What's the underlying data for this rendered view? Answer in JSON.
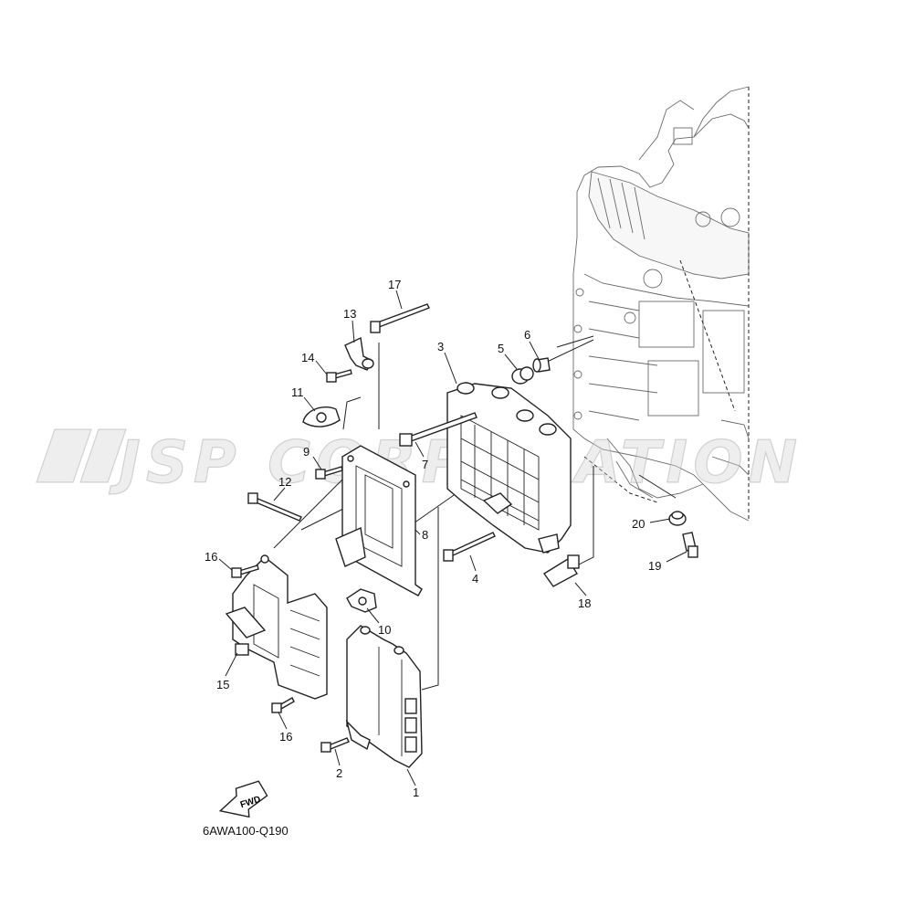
{
  "diagram": {
    "code": "6AWA100-Q190",
    "fwd_label": "FWD",
    "watermark": "JSP CORPORATION",
    "callouts": [
      {
        "id": "1",
        "label": "1"
      },
      {
        "id": "2",
        "label": "2"
      },
      {
        "id": "3",
        "label": "3"
      },
      {
        "id": "4",
        "label": "4"
      },
      {
        "id": "5",
        "label": "5"
      },
      {
        "id": "6",
        "label": "6"
      },
      {
        "id": "7",
        "label": "7"
      },
      {
        "id": "8",
        "label": "8"
      },
      {
        "id": "9",
        "label": "9"
      },
      {
        "id": "10",
        "label": "10"
      },
      {
        "id": "11",
        "label": "11"
      },
      {
        "id": "12",
        "label": "12"
      },
      {
        "id": "13",
        "label": "13"
      },
      {
        "id": "14",
        "label": "14"
      },
      {
        "id": "15",
        "label": "15"
      },
      {
        "id": "16a",
        "label": "16"
      },
      {
        "id": "16b",
        "label": "16"
      },
      {
        "id": "17",
        "label": "17"
      },
      {
        "id": "18",
        "label": "18"
      },
      {
        "id": "19",
        "label": "19"
      },
      {
        "id": "20",
        "label": "20"
      }
    ]
  }
}
